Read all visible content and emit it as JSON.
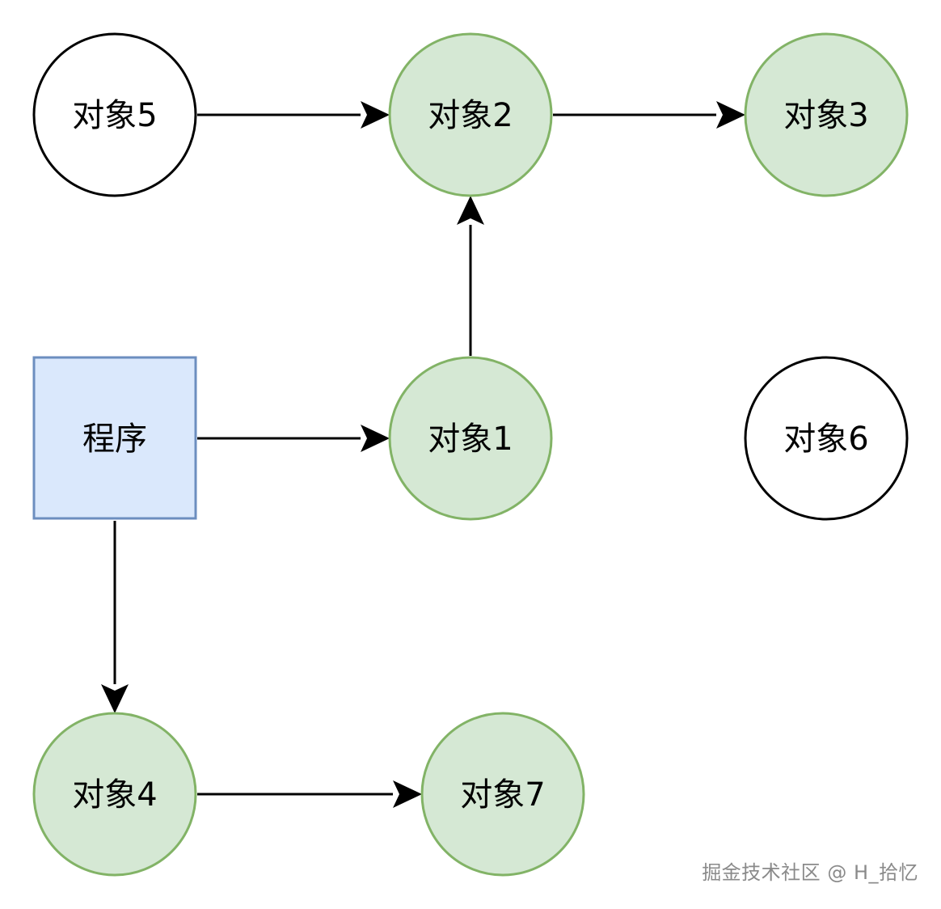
{
  "diagram": {
    "program_node": {
      "label": "程序",
      "shape": "square",
      "fill": "#dae8fc",
      "stroke": "#6c8ebf"
    },
    "object_nodes": [
      {
        "label": "对象5",
        "reachable": false
      },
      {
        "label": "对象2",
        "reachable": true
      },
      {
        "label": "对象3",
        "reachable": true
      },
      {
        "label": "对象1",
        "reachable": true
      },
      {
        "label": "对象6",
        "reachable": false
      },
      {
        "label": "对象4",
        "reachable": true
      },
      {
        "label": "对象7",
        "reachable": true
      }
    ],
    "edges": [
      {
        "from": "对象5",
        "to": "对象2"
      },
      {
        "from": "对象2",
        "to": "对象3"
      },
      {
        "from": "对象1",
        "to": "对象2"
      },
      {
        "from": "程序",
        "to": "对象1"
      },
      {
        "from": "程序",
        "to": "对象4"
      },
      {
        "from": "对象4",
        "to": "对象7"
      }
    ],
    "colors": {
      "reachable_fill": "#d5e8d4",
      "reachable_stroke": "#82b366",
      "unreachable_fill": "#ffffff",
      "unreachable_stroke": "#000000",
      "edge": "#000000"
    }
  },
  "watermark": {
    "text": "掘金技术社区 @ H_拾忆"
  }
}
